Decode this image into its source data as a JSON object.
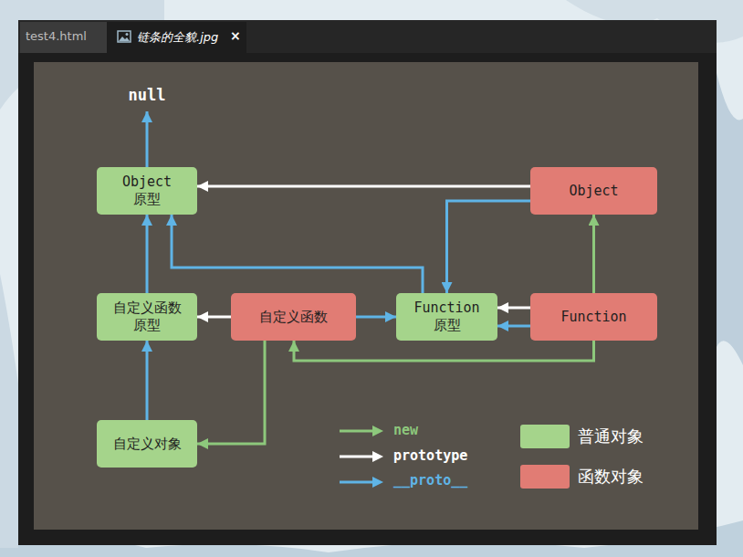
{
  "diagram": {
    "nodes": [
      {
        "text": [
          "null"
        ]
      },
      {
        "text": [
          "Object 原型"
        ]
      },
      {
        "text": [
          "Object"
        ]
      },
      {
        "text": [
          "自定义函数 原型"
        ]
      },
      {
        "text": [
          "自定义函数"
        ]
      },
      {
        "text": [
          "Function 原型"
        ]
      },
      {
        "text": [
          "Function"
        ]
      },
      {
        "text": [
          "自定义对象"
        ]
      }
    ],
    "edges": [
      {
        "from": 1,
        "to": 0,
        "arrow": "to"
      },
      {
        "from": 2,
        "to": 1,
        "arrow": "to"
      },
      {
        "from": 2,
        "to": 5,
        "arrow": "to"
      },
      {
        "from": 5,
        "to": 1,
        "arrow": "to"
      },
      {
        "from": 3,
        "to": 1,
        "arrow": "to"
      },
      {
        "from": 4,
        "to": 3,
        "arrow": "to"
      },
      {
        "from": 4,
        "to": 5,
        "arrow": "to"
      },
      {
        "from": 6,
        "to": 5,
        "arrow": "to"
      },
      {
        "from": 6,
        "to": 5,
        "arrow": "to"
      },
      {
        "from": 6,
        "to": 2,
        "arrow": "to"
      },
      {
        "from": 6,
        "to": 4,
        "arrow": "to"
      },
      {
        "from": 4,
        "to": 7,
        "arrow": "to"
      },
      {
        "from": 7,
        "to": 3,
        "arrow": "to"
      }
    ],
    "labels": [
      "test4.html",
      "链条的全貌.jpg",
      "×"
    ],
    "legend": [
      {
        "text": "new"
      },
      {
        "text": "prototype"
      },
      {
        "text": "__proto__"
      },
      {
        "text": "普通对象",
        "color": "#a5d48b"
      },
      {
        "text": "函数对象",
        "color": "#e17c74"
      }
    ]
  }
}
